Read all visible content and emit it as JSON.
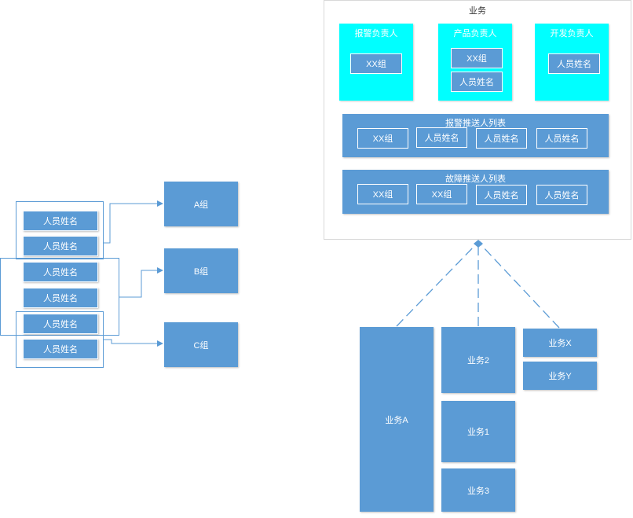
{
  "left": {
    "person_label": "人员姓名",
    "person_count": 6,
    "groups": [
      "A组",
      "B组",
      "C组"
    ]
  },
  "business_panel": {
    "title": "业务",
    "roles": [
      {
        "title": "报警负责人",
        "items": [
          "XX组"
        ]
      },
      {
        "title": "产品负责人",
        "items": [
          "XX组",
          "人员姓名"
        ]
      },
      {
        "title": "开发负责人",
        "items": [
          "人员姓名"
        ]
      }
    ],
    "alarm_list": {
      "title": "报警推送人列表",
      "items": [
        "XX组",
        "人员姓名",
        "人员姓名",
        "人员姓名"
      ]
    },
    "fault_list": {
      "title": "故障推送人列表",
      "items": [
        "XX组",
        "XX组",
        "人员姓名",
        "人员姓名"
      ]
    }
  },
  "business_blocks": {
    "a": "业务A",
    "b2": "业务2",
    "b1": "业务1",
    "b3": "业务3",
    "x": "业务X",
    "y": "业务Y"
  },
  "colors": {
    "block": "#5b9bd5",
    "role_box": "#00ffff",
    "line": "#5b9bd5"
  }
}
